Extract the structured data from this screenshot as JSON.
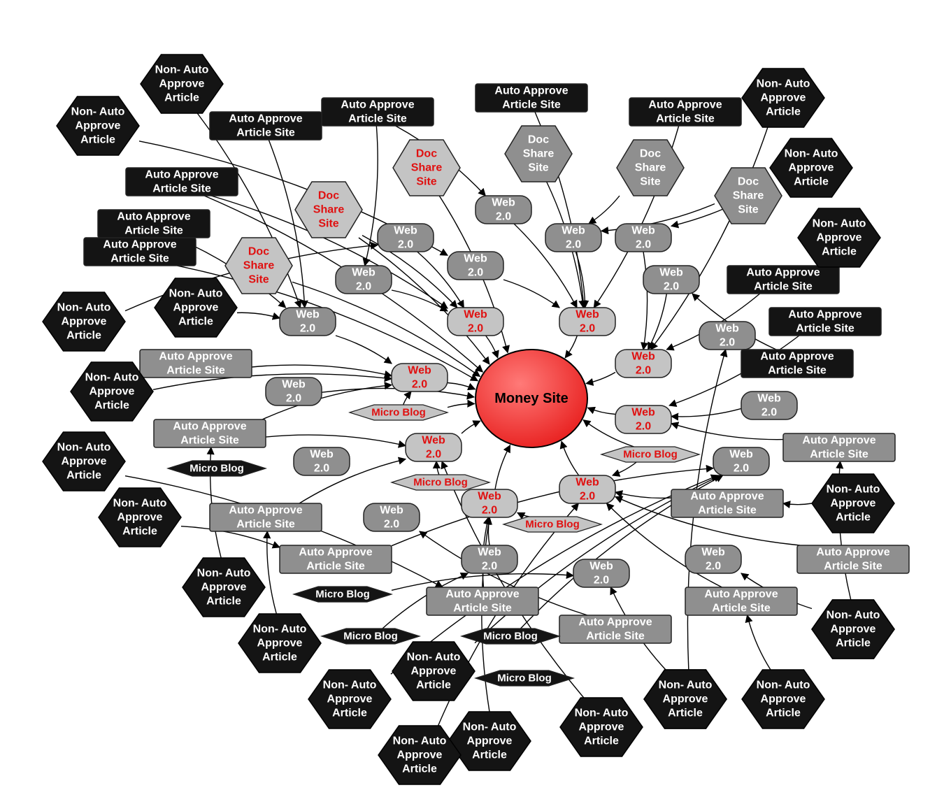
{
  "labels": {
    "money": "Money Site",
    "web_l1": "Web",
    "web_l2": "2.0",
    "doc_l1": "Doc",
    "doc_l2": "Share",
    "doc_l3": "Site",
    "auto_l1": "Auto Approve",
    "auto_l2": "Article Site",
    "non_l1": "Non- Auto",
    "non_l2": "Approve",
    "non_l3": "Article",
    "micro": "Micro Blog"
  },
  "colors": {
    "money_fill": "#e8201f",
    "money_highlight": "#ff7a78",
    "node_dark": "#141414",
    "node_mid": "#8f8f8f",
    "node_light": "#c4c4c4",
    "text_red": "#e01010",
    "text_white": "#ffffff",
    "edge": "#000000"
  },
  "diagram": {
    "nodes": [
      {
        "id": "money",
        "kind": "money"
      },
      {
        "id": "w1",
        "kind": "web",
        "style": "red"
      },
      {
        "id": "w2",
        "kind": "web",
        "style": "red"
      },
      {
        "id": "w3",
        "kind": "web",
        "style": "red"
      },
      {
        "id": "w4",
        "kind": "web",
        "style": "red"
      },
      {
        "id": "w5",
        "kind": "web",
        "style": "red"
      },
      {
        "id": "w6",
        "kind": "web",
        "style": "red"
      },
      {
        "id": "w7",
        "kind": "web",
        "style": "red"
      },
      {
        "id": "w8",
        "kind": "web",
        "style": "red"
      },
      {
        "id": "g1",
        "kind": "web",
        "style": "gray"
      },
      {
        "id": "g2",
        "kind": "web",
        "style": "gray"
      },
      {
        "id": "g3",
        "kind": "web",
        "style": "gray"
      },
      {
        "id": "g4",
        "kind": "web",
        "style": "gray"
      },
      {
        "id": "g5",
        "kind": "web",
        "style": "gray"
      },
      {
        "id": "g6",
        "kind": "web",
        "style": "gray"
      },
      {
        "id": "g7",
        "kind": "web",
        "style": "gray"
      },
      {
        "id": "g8",
        "kind": "web",
        "style": "gray"
      },
      {
        "id": "g9",
        "kind": "web",
        "style": "gray"
      },
      {
        "id": "g10",
        "kind": "web",
        "style": "gray"
      },
      {
        "id": "g11",
        "kind": "web",
        "style": "gray"
      },
      {
        "id": "g12",
        "kind": "web",
        "style": "gray"
      },
      {
        "id": "g13",
        "kind": "web",
        "style": "gray"
      },
      {
        "id": "g14",
        "kind": "web",
        "style": "gray"
      },
      {
        "id": "g15",
        "kind": "web",
        "style": "gray"
      },
      {
        "id": "g16",
        "kind": "web",
        "style": "gray"
      },
      {
        "id": "g17",
        "kind": "web",
        "style": "gray"
      },
      {
        "id": "d1",
        "kind": "doc",
        "style": "red"
      },
      {
        "id": "d2",
        "kind": "doc",
        "style": "red"
      },
      {
        "id": "d3",
        "kind": "doc",
        "style": "red"
      },
      {
        "id": "d4",
        "kind": "doc",
        "style": "gray"
      },
      {
        "id": "d5",
        "kind": "doc",
        "style": "gray"
      },
      {
        "id": "d6",
        "kind": "doc",
        "style": "gray"
      },
      {
        "id": "a1",
        "kind": "auto",
        "style": "dark"
      },
      {
        "id": "a2",
        "kind": "auto",
        "style": "dark"
      },
      {
        "id": "a3",
        "kind": "auto",
        "style": "dark"
      },
      {
        "id": "a4",
        "kind": "auto",
        "style": "dark"
      },
      {
        "id": "a5",
        "kind": "auto",
        "style": "dark"
      },
      {
        "id": "a6",
        "kind": "auto",
        "style": "dark"
      },
      {
        "id": "a7",
        "kind": "auto",
        "style": "dark"
      },
      {
        "id": "a8",
        "kind": "auto",
        "style": "dark"
      },
      {
        "id": "a9",
        "kind": "auto",
        "style": "dark"
      },
      {
        "id": "a10",
        "kind": "auto",
        "style": "dark"
      },
      {
        "id": "a11",
        "kind": "auto",
        "style": "gray"
      },
      {
        "id": "a12",
        "kind": "auto",
        "style": "gray"
      },
      {
        "id": "a13",
        "kind": "auto",
        "style": "gray"
      },
      {
        "id": "a14",
        "kind": "auto",
        "style": "gray"
      },
      {
        "id": "a15",
        "kind": "auto",
        "style": "gray"
      },
      {
        "id": "a16",
        "kind": "auto",
        "style": "gray"
      },
      {
        "id": "a17",
        "kind": "auto",
        "style": "gray"
      },
      {
        "id": "a18",
        "kind": "auto",
        "style": "gray"
      },
      {
        "id": "a19",
        "kind": "auto",
        "style": "gray"
      },
      {
        "id": "a20",
        "kind": "auto",
        "style": "gray"
      },
      {
        "id": "n1",
        "kind": "non"
      },
      {
        "id": "n2",
        "kind": "non"
      },
      {
        "id": "n3",
        "kind": "non"
      },
      {
        "id": "n4",
        "kind": "non"
      },
      {
        "id": "n5",
        "kind": "non"
      },
      {
        "id": "n6",
        "kind": "non"
      },
      {
        "id": "n7",
        "kind": "non"
      },
      {
        "id": "n8",
        "kind": "non"
      },
      {
        "id": "n9",
        "kind": "non"
      },
      {
        "id": "n10",
        "kind": "non"
      },
      {
        "id": "n11",
        "kind": "non"
      },
      {
        "id": "n12",
        "kind": "non"
      },
      {
        "id": "n13",
        "kind": "non"
      },
      {
        "id": "n14",
        "kind": "non"
      },
      {
        "id": "n15",
        "kind": "non"
      },
      {
        "id": "n16",
        "kind": "non"
      },
      {
        "id": "n17",
        "kind": "non"
      },
      {
        "id": "n18",
        "kind": "non"
      },
      {
        "id": "n19",
        "kind": "non"
      },
      {
        "id": "n20",
        "kind": "non"
      },
      {
        "id": "n21",
        "kind": "non"
      },
      {
        "id": "n22",
        "kind": "non"
      },
      {
        "id": "n23",
        "kind": "non"
      },
      {
        "id": "m1",
        "kind": "micro",
        "style": "red"
      },
      {
        "id": "m2",
        "kind": "micro",
        "style": "red"
      },
      {
        "id": "m3",
        "kind": "micro",
        "style": "red"
      },
      {
        "id": "m4",
        "kind": "micro",
        "style": "red"
      },
      {
        "id": "m5",
        "kind": "micro",
        "style": "dark"
      },
      {
        "id": "m6",
        "kind": "micro",
        "style": "dark"
      },
      {
        "id": "m7",
        "kind": "micro",
        "style": "dark"
      },
      {
        "id": "m8",
        "kind": "micro",
        "style": "dark"
      },
      {
        "id": "m9",
        "kind": "micro",
        "style": "dark"
      }
    ],
    "edges": [
      [
        "w1",
        "money"
      ],
      [
        "w2",
        "money"
      ],
      [
        "w3",
        "money"
      ],
      [
        "w4",
        "money"
      ],
      [
        "w5",
        "money"
      ],
      [
        "w6",
        "money"
      ],
      [
        "w7",
        "money"
      ],
      [
        "w8",
        "money"
      ],
      [
        "d3",
        "money"
      ],
      [
        "d1",
        "money"
      ],
      [
        "d2",
        "money"
      ],
      [
        "m4",
        "money"
      ],
      [
        "m1",
        "money"
      ],
      [
        "a1",
        "money"
      ],
      [
        "a4",
        "money"
      ],
      [
        "g17",
        "money"
      ],
      [
        "g3",
        "w1"
      ],
      [
        "g2",
        "w1"
      ],
      [
        "d2",
        "w1"
      ],
      [
        "a4",
        "w1"
      ],
      [
        "d4",
        "w2"
      ],
      [
        "g5",
        "w2"
      ],
      [
        "g6",
        "w2"
      ],
      [
        "a5",
        "w2"
      ],
      [
        "a7",
        "w2"
      ],
      [
        "g4",
        "w2"
      ],
      [
        "g7",
        "w3"
      ],
      [
        "a8",
        "w3"
      ],
      [
        "g8",
        "w3"
      ],
      [
        "n4",
        "w3"
      ],
      [
        "a9",
        "w4"
      ],
      [
        "a18",
        "w4"
      ],
      [
        "g10",
        "w4"
      ],
      [
        "a15",
        "w5"
      ],
      [
        "a19",
        "w5"
      ],
      [
        "a20",
        "w5"
      ],
      [
        "n21",
        "w5"
      ],
      [
        "m4",
        "w5"
      ],
      [
        "m3",
        "w6"
      ],
      [
        "g14",
        "w6"
      ],
      [
        "a16",
        "w6"
      ],
      [
        "n16",
        "w6"
      ],
      [
        "m2",
        "w7"
      ],
      [
        "a13",
        "w7"
      ],
      [
        "a12",
        "w7"
      ],
      [
        "n17",
        "w7"
      ],
      [
        "g1",
        "w8"
      ],
      [
        "a11",
        "w8"
      ],
      [
        "n7",
        "w8"
      ],
      [
        "m1",
        "w8"
      ],
      [
        "a12",
        "w8"
      ],
      [
        "a3",
        "g1"
      ],
      [
        "n1",
        "g1"
      ],
      [
        "n6",
        "g1"
      ],
      [
        "a6",
        "g1"
      ],
      [
        "a2",
        "g2"
      ],
      [
        "n3",
        "g3"
      ],
      [
        "a2",
        "g5"
      ],
      [
        "n2",
        "g4"
      ],
      [
        "d5",
        "g6"
      ],
      [
        "d6",
        "g6"
      ],
      [
        "n5",
        "g7"
      ],
      [
        "a10",
        "g8"
      ],
      [
        "a14",
        "g11"
      ],
      [
        "m8",
        "g11"
      ],
      [
        "n14",
        "g11"
      ],
      [
        "n15",
        "g11"
      ],
      [
        "m6",
        "g13"
      ],
      [
        "n18",
        "g13"
      ],
      [
        "n22",
        "g9"
      ],
      [
        "n23",
        "g12"
      ],
      [
        "a17",
        "g15"
      ],
      [
        "m7",
        "g14"
      ],
      [
        "n19",
        "a18"
      ],
      [
        "n20",
        "a20"
      ],
      [
        "n13",
        "a15"
      ],
      [
        "n12",
        "a13"
      ],
      [
        "n11",
        "a12"
      ],
      [
        "n10",
        "a14"
      ],
      [
        "n9",
        "a16"
      ]
    ]
  }
}
